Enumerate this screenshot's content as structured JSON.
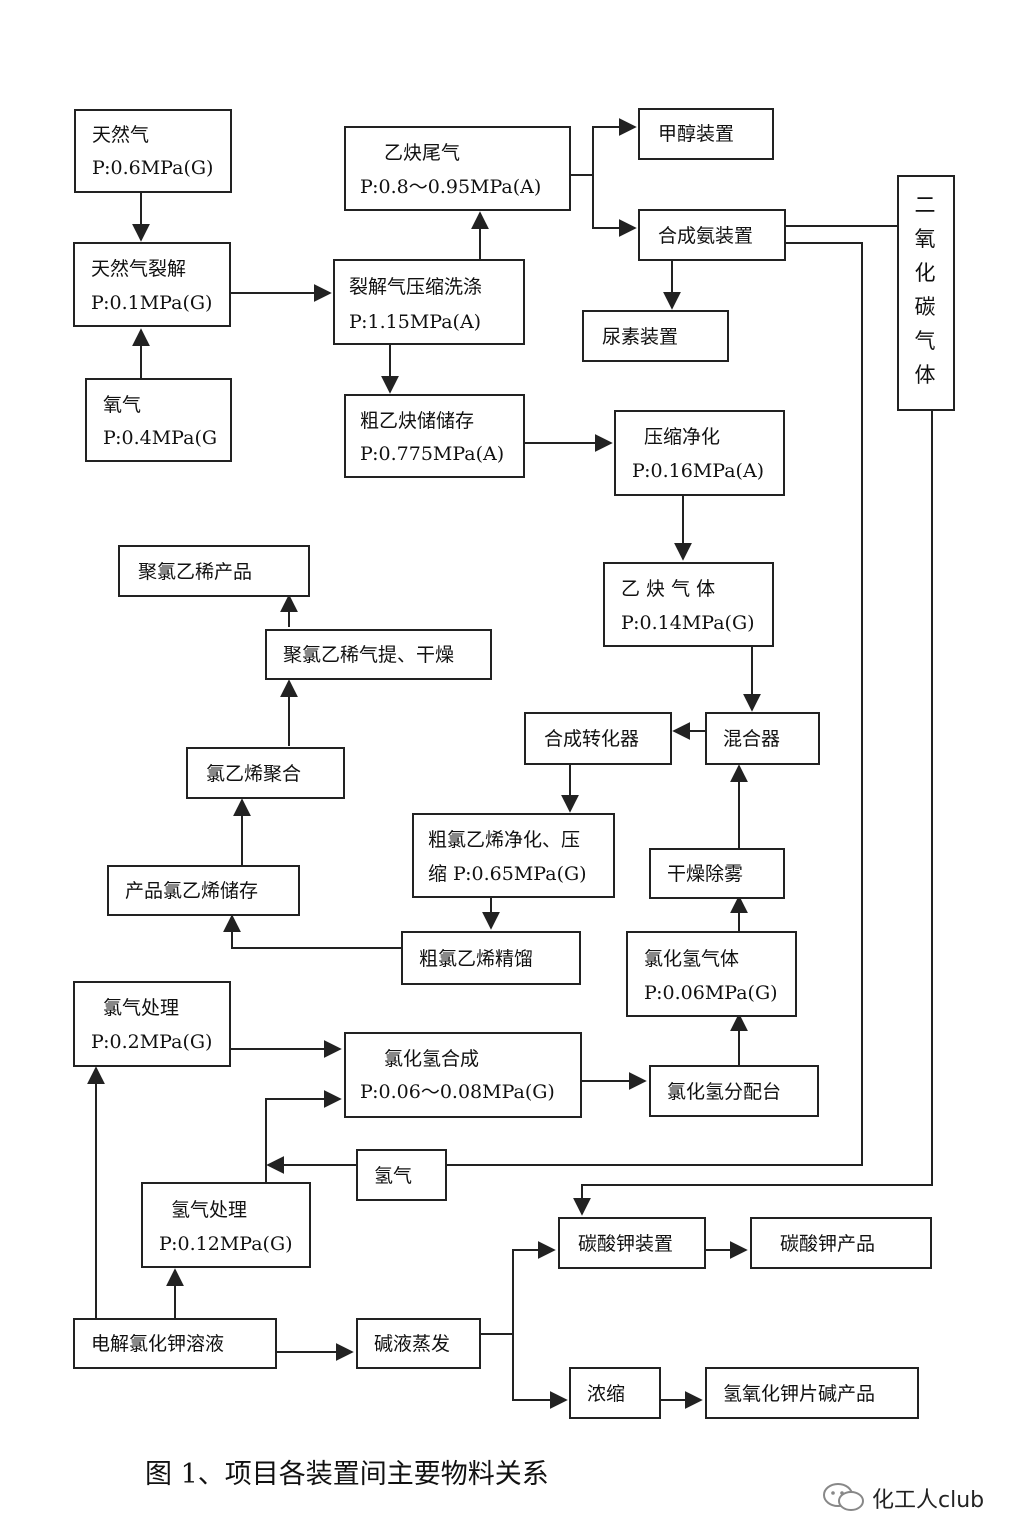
{
  "diagram": {
    "nodes": {
      "natural_gas": {
        "line1": "天然气",
        "line2": "P:0.6MPa(G)"
      },
      "gas_cracking": {
        "line1": "天然气裂解",
        "line2": "P:0.1MPa(G)"
      },
      "oxygen": {
        "line1": "氧气",
        "line2": "P:0.4MPa(G"
      },
      "cracked_gas_compress": {
        "line1": "裂解气压缩洗涤",
        "line2": "P:1.15MPa(A)"
      },
      "acetylene_tail_gas": {
        "line1": "乙炔尾气",
        "line2": "P:0.8～0.95MPa(A)"
      },
      "methanol_unit": {
        "line1": "甲醇装置"
      },
      "ammonia_unit": {
        "line1": "合成氨装置"
      },
      "urea_unit": {
        "line1": "尿素装置"
      },
      "co2_gas": {
        "line1": "二氧化碳气体"
      },
      "crude_acetylene_storage": {
        "line1": "粗乙炔储储存",
        "line2": "P:0.775MPa(A)"
      },
      "compress_purify": {
        "line1": "压缩净化",
        "line2": "P:0.16MPa(A)"
      },
      "acetylene_gas": {
        "line1": "乙 炔 气 体",
        "line2": "P:0.14MPa(G)"
      },
      "mixer": {
        "line1": "混合器"
      },
      "synthesis_converter": {
        "line1": "合成转化器"
      },
      "crude_vcm_purify": {
        "line1": "粗氯乙烯净化、压",
        "line2": "缩 P:0.65MPa(G)"
      },
      "crude_vcm_rectify": {
        "line1": "粗氯乙烯精馏"
      },
      "product_vcm_storage": {
        "line1": "产品氯乙烯储存"
      },
      "vcm_polymerization": {
        "line1": "氯乙烯聚合"
      },
      "pvc_stripping": {
        "line1": "聚氯乙稀气提、干燥"
      },
      "pvc_product": {
        "line1": "聚氯乙稀产品"
      },
      "dry_demist": {
        "line1": "干燥除雾"
      },
      "hcl_gas": {
        "line1": "氯化氢气体",
        "line2": "P:0.06MPa(G)"
      },
      "chlorine_treatment": {
        "line1": "氯气处理",
        "line2": "P:0.2MPa(G)"
      },
      "hcl_synthesis": {
        "line1": "氯化氢合成",
        "line2": "P:0.06～0.08MPa(G)"
      },
      "hcl_distribution": {
        "line1": "氯化氢分配台"
      },
      "hydrogen": {
        "line1": "氢气"
      },
      "hydrogen_treatment": {
        "line1": "氢气处理",
        "line2": "P:0.12MPa(G)"
      },
      "kcl_electrolysis": {
        "line1": "电解氯化钾溶液"
      },
      "alkali_evaporation": {
        "line1": "碱液蒸发"
      },
      "k2co3_unit": {
        "line1": "碳酸钾装置"
      },
      "k2co3_product": {
        "line1": "碳酸钾产品"
      },
      "concentration": {
        "line1": "浓缩"
      },
      "koh_flake_product": {
        "line1": "氢氧化钾片碱产品"
      }
    },
    "caption": "图 1、项目各装置间主要物料关系",
    "watermark": "化工人club",
    "colors": {
      "line": "#222222",
      "background": "#ffffff",
      "watermark_icon": "#888888"
    }
  }
}
